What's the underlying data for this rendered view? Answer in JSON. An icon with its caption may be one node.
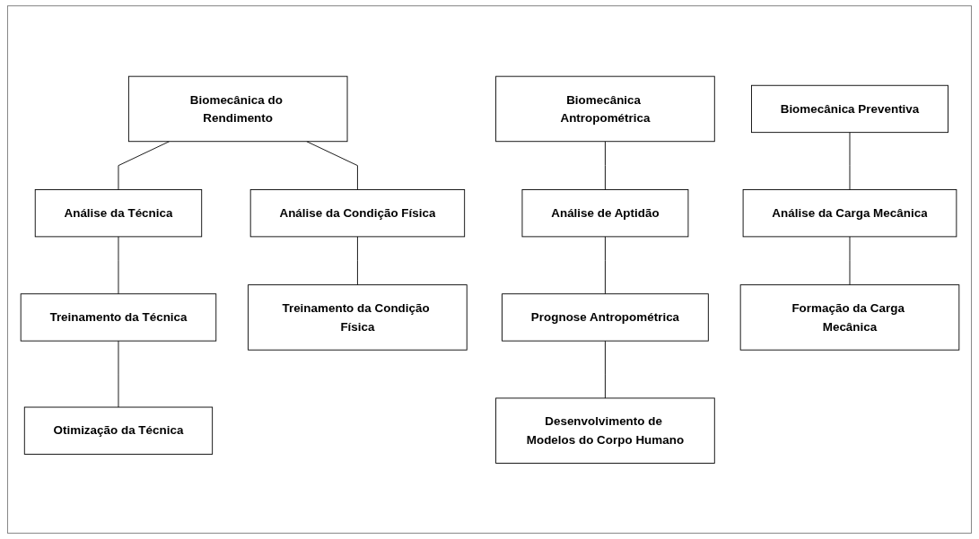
{
  "diagram": {
    "nodes": [
      {
        "text": [
          "Biomecânica do Rendimento"
        ]
      },
      {
        "text": [
          "Análise da Técnica"
        ]
      },
      {
        "text": [
          "Análise da Condição Física"
        ]
      },
      {
        "text": [
          "Treinamento da Técnica"
        ]
      },
      {
        "text": [
          "Treinamento da Condição Física"
        ]
      },
      {
        "text": [
          "Otimização da Técnica"
        ]
      },
      {
        "text": [
          "Biomecânica Antropométrica"
        ]
      },
      {
        "text": [
          "Análise de Aptidão"
        ]
      },
      {
        "text": [
          "Prognose Antropométrica"
        ]
      },
      {
        "text": [
          "Desenvolvimento de Modelos do Corpo Humano"
        ]
      },
      {
        "text": [
          "Biomecânica Preventiva"
        ]
      },
      {
        "text": [
          "Análise da Carga Mecânica"
        ]
      },
      {
        "text": [
          "Formação da Carga Mecânica"
        ]
      }
    ],
    "edges": [
      {
        "from": 0,
        "to": 1,
        "arrow": "none"
      },
      {
        "from": 0,
        "to": 2,
        "arrow": "none"
      },
      {
        "from": 1,
        "to": 3,
        "arrow": "none"
      },
      {
        "from": 2,
        "to": 4,
        "arrow": "none"
      },
      {
        "from": 3,
        "to": 5,
        "arrow": "none"
      },
      {
        "from": 6,
        "to": 7,
        "arrow": "none"
      },
      {
        "from": 7,
        "to": 8,
        "arrow": "none"
      },
      {
        "from": 8,
        "to": 9,
        "arrow": "none"
      },
      {
        "from": 10,
        "to": 11,
        "arrow": "none"
      },
      {
        "from": 11,
        "to": 12,
        "arrow": "none"
      }
    ]
  }
}
